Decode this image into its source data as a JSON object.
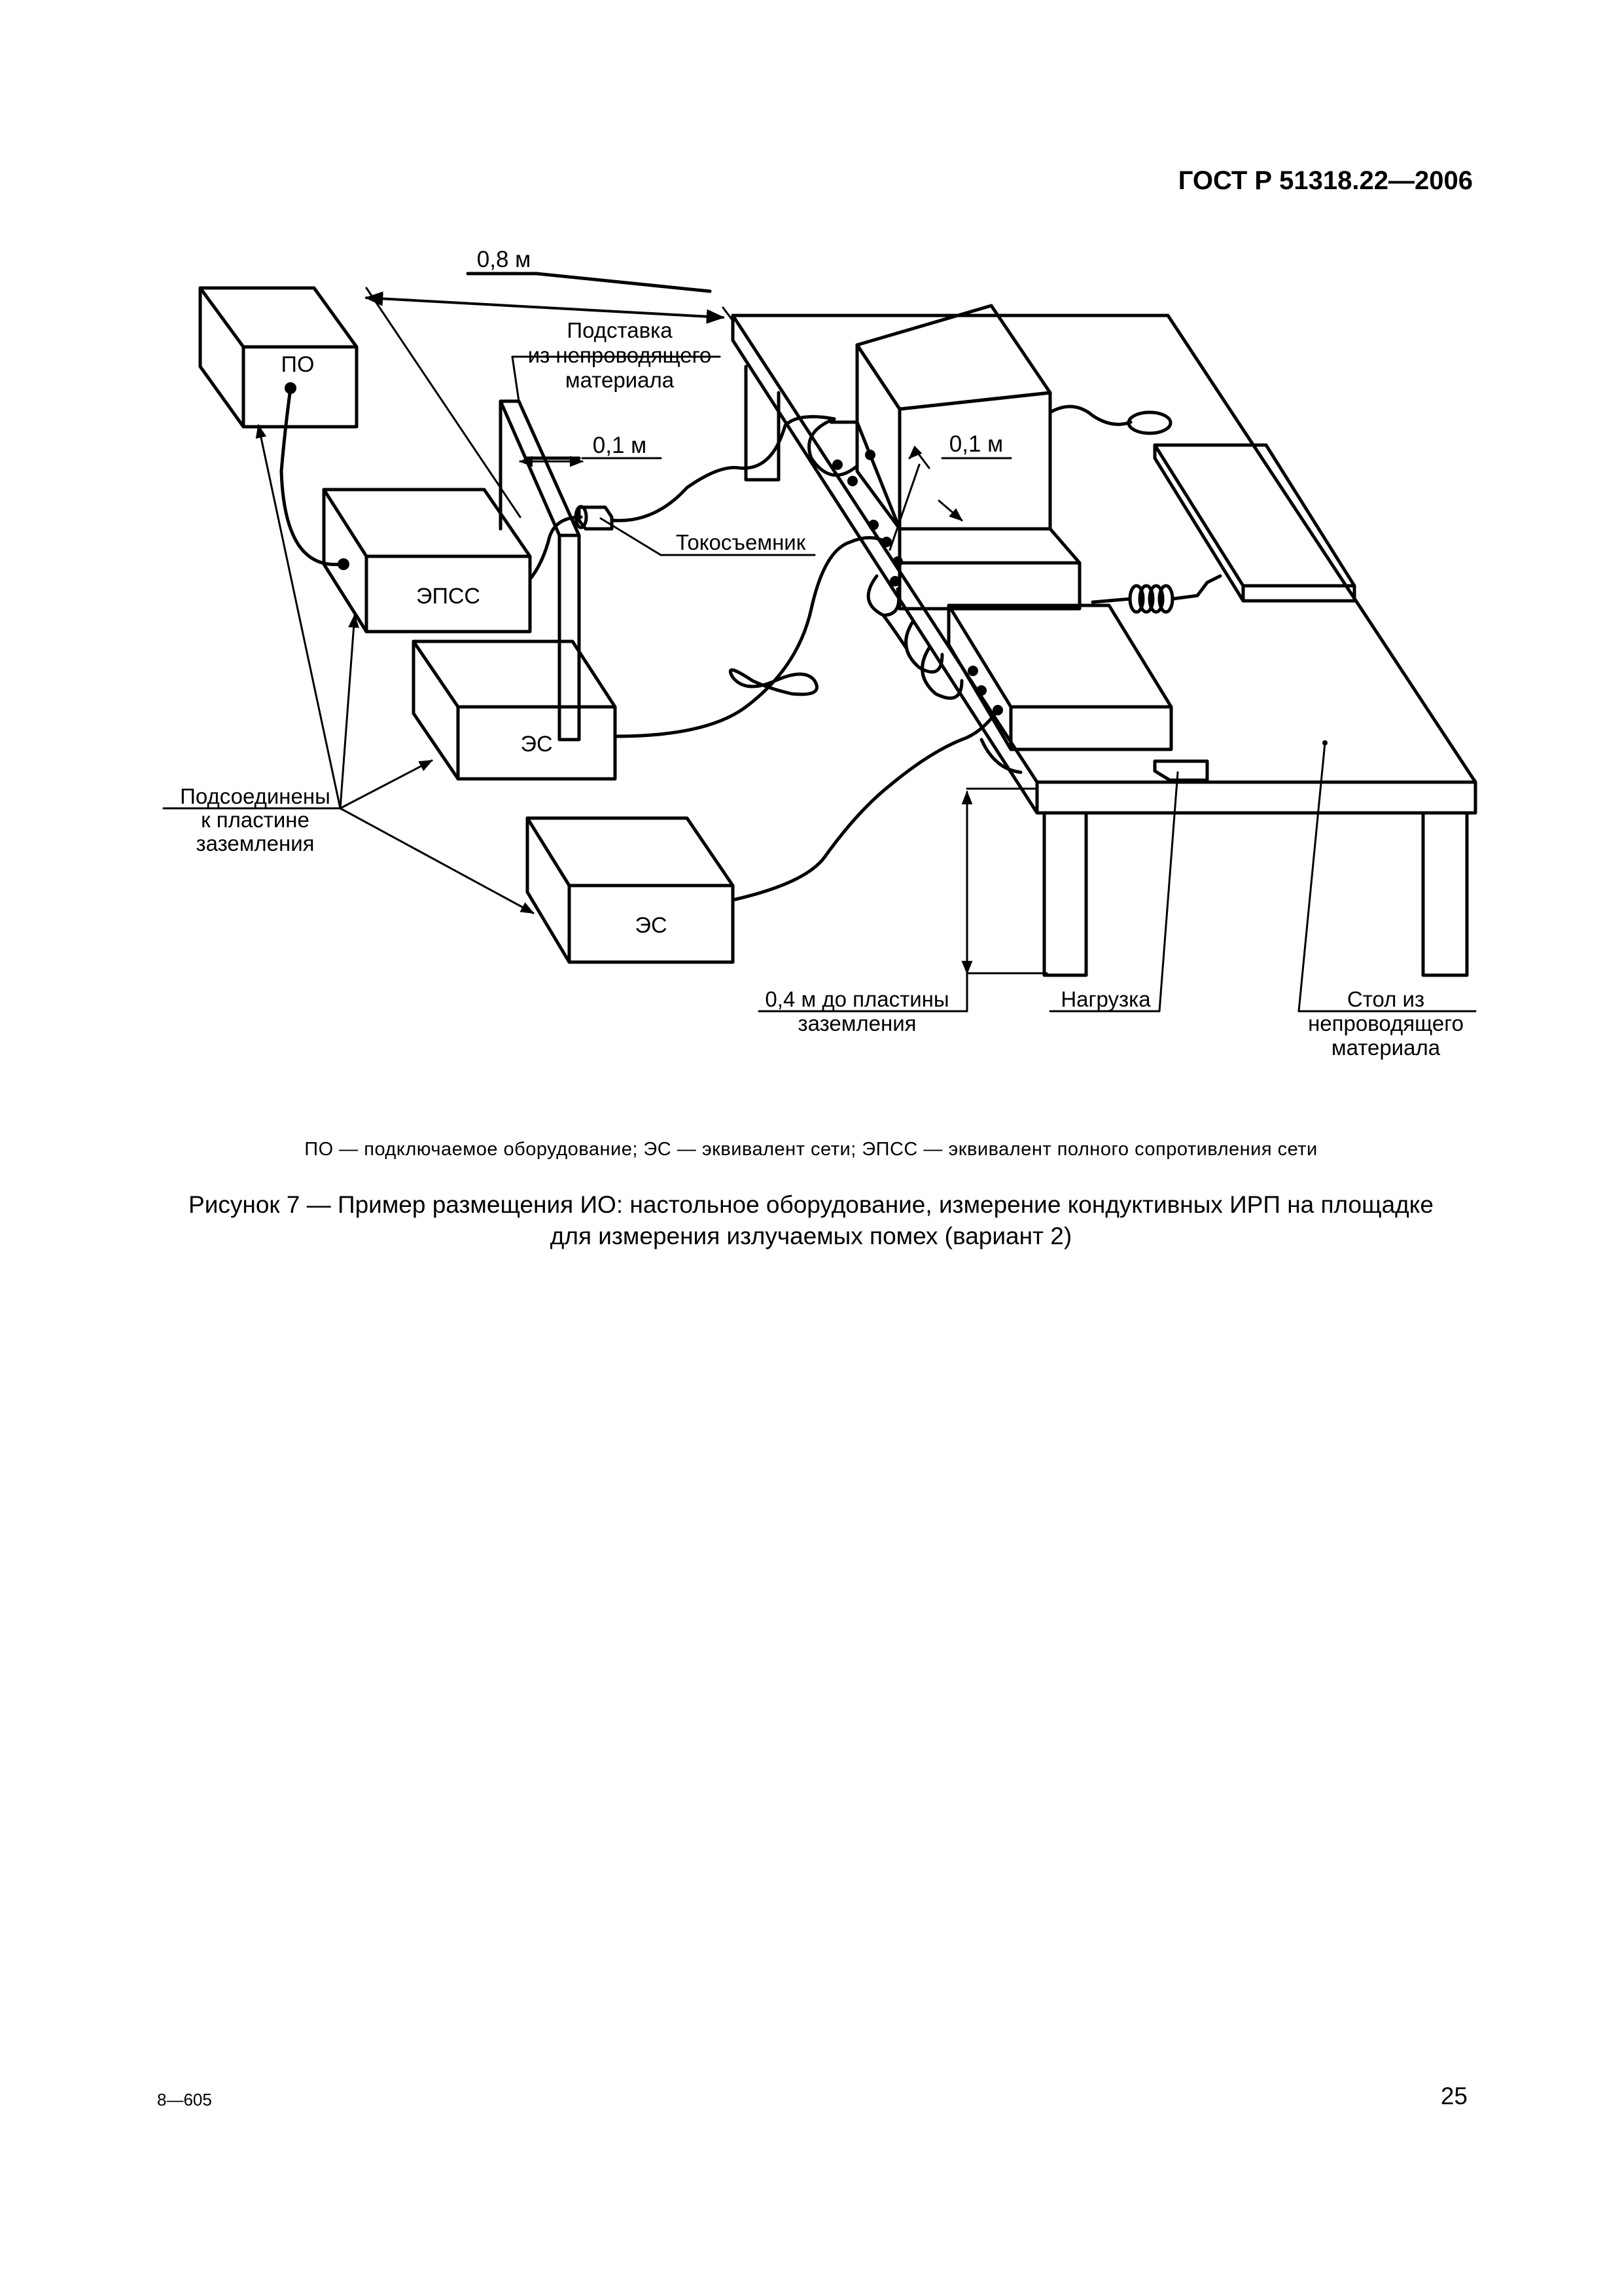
{
  "header": {
    "standard": "ГОСТ Р 51318.22—2006"
  },
  "figure": {
    "labels": {
      "dim_08": "0,8 м",
      "dim_01_left": "0,1 м",
      "dim_01_right": "0,1 м",
      "stand": [
        "Подставка",
        "из непроводящего",
        "материала"
      ],
      "current_probe": "Токосъемник",
      "grounded": [
        "Подсоединены",
        "к пластине",
        "заземления"
      ],
      "height_note": [
        "0,4 м до пластины",
        "заземления"
      ],
      "load": "Нагрузка",
      "table": [
        "Стол из",
        "непроводящего",
        "материала"
      ]
    },
    "boxes": {
      "po": "ПО",
      "epss": "ЭПСС",
      "es_1": "ЭС",
      "es_2": "ЭС"
    }
  },
  "legend": "ПО — подключаемое оборудование; ЭС — эквивалент сети; ЭПСС — эквивалент полного сопротивления сети",
  "caption": {
    "line1": "Рисунок 7 — Пример размещения ИО: настольное оборудование, измерение кондуктивных ИРП на площадке",
    "line2": "для измерения излучаемых  помех  (вариант 2)"
  },
  "footer": {
    "sheet_code": "8—605",
    "page_number": "25"
  }
}
